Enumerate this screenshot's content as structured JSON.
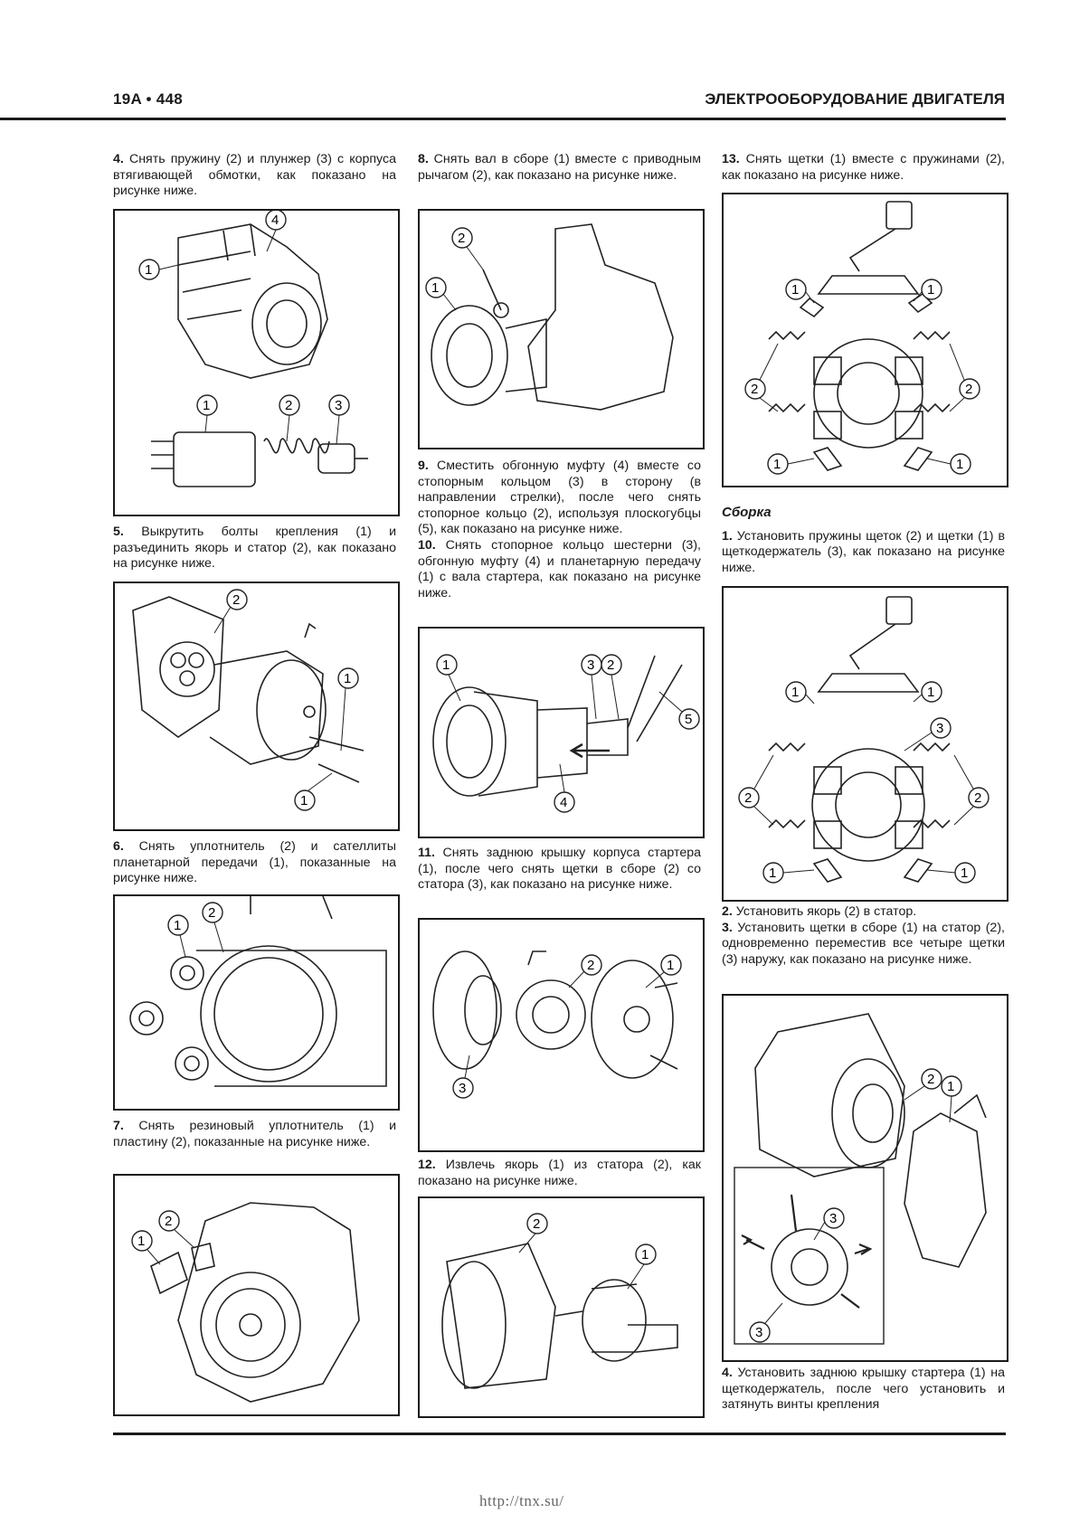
{
  "header": {
    "left": "19A • 448",
    "right": "ЭЛЕКТРООБОРУДОВАНИЕ ДВИГАТЕЛЯ"
  },
  "footer": {
    "url": "http://tnx.su/"
  },
  "steps": {
    "s4": {
      "num": "4.",
      "text": "Снять пружину (2) и плунжер (3) с корпуса втягивающей обмотки, как показано на рисунке ниже."
    },
    "s5": {
      "num": "5.",
      "text": "Выкрутить болты крепления (1) и разъединить якорь и статор (2), как показано на рисунке ниже."
    },
    "s6": {
      "num": "6.",
      "text": "Снять уплотнитель (2) и сателлиты планетарной передачи (1), показанные на рисунке ниже."
    },
    "s7": {
      "num": "7.",
      "text": "Снять резиновый уплотнитель (1) и пластину (2), показанные на рисунке ниже."
    },
    "s8": {
      "num": "8.",
      "text": "Снять вал в сборе (1) вместе с приводным рычагом (2), как показано на рисунке ниже."
    },
    "s9": {
      "num": "9.",
      "text": "Сместить обгонную муфту (4) вместе со стопорным кольцом (3) в сторону (в направлении стрелки), после чего снять стопорное кольцо (2), используя плоскогубцы (5), как показано на рисунке ниже."
    },
    "s10": {
      "num": "10.",
      "text": "Снять стопорное кольцо шестерни (3), обгонную муфту (4) и планетарную передачу (1) с вала стартера, как показано на рисунке ниже."
    },
    "s11": {
      "num": "11.",
      "text": "Снять заднюю крышку корпуса стартера (1), после чего снять щетки в сборе (2) со статора (3), как показано на рисунке ниже."
    },
    "s12": {
      "num": "12.",
      "text": "Извлечь якорь (1) из статора (2), как показано на рисунке ниже."
    },
    "s13": {
      "num": "13.",
      "text": "Снять щетки (1) вместе с пружинами (2), как показано на рисунке ниже."
    }
  },
  "assembly": {
    "title": "Сборка",
    "a1": {
      "num": "1.",
      "text": "Установить пружины щеток (2) и щетки (1) в щеткодержатель (3), как показано на рисунке ниже."
    },
    "a2": {
      "num": "2.",
      "text": "Установить якорь (2) в статор."
    },
    "a3": {
      "num": "3.",
      "text": "Установить щетки в сборе (1) на статор (2), одновременно переместив все четыре щетки (3) наружу, как показано на рисунке ниже."
    },
    "a4": {
      "num": "4.",
      "text": "Установить заднюю крышку стартера (1) на щеткодержатель, после чего установить и затянуть винты крепления"
    }
  },
  "callouts": {
    "n1": "1",
    "n2": "2",
    "n3": "3",
    "n4": "4",
    "n5": "5"
  }
}
